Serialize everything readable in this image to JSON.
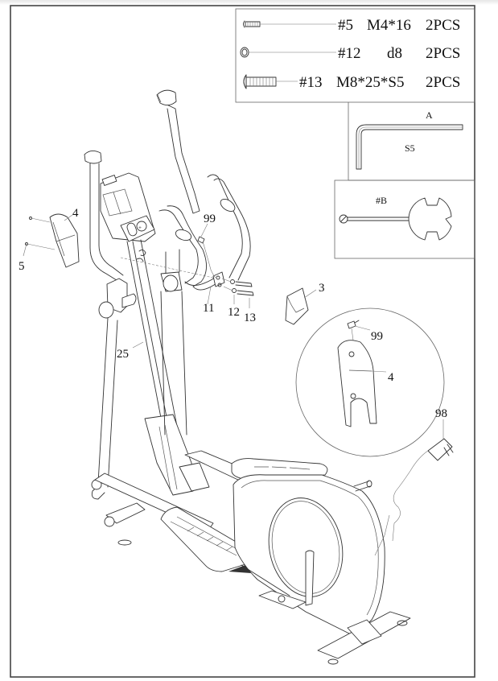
{
  "diagram": {
    "type": "assembly-instruction",
    "subject": "elliptical cross trainer"
  },
  "hardware_list": [
    {
      "part_no": "#5",
      "spec": "M4*16",
      "qty": "2PCS",
      "icon": "small-screw-icon"
    },
    {
      "part_no": "#12",
      "spec": "d8",
      "qty": "2PCS",
      "icon": "washer-icon"
    },
    {
      "part_no": "#13",
      "spec": "M8*25*S5",
      "qty": "2PCS",
      "icon": "bolt-icon"
    }
  ],
  "tools": [
    {
      "id": "A",
      "label": "S5",
      "icon": "allen-key-icon"
    },
    {
      "id": "#B",
      "label": "",
      "icon": "combination-wrench-icon"
    }
  ],
  "callouts": {
    "c4_left": "4",
    "c5": "5",
    "c99_top": "99",
    "c3": "3",
    "c11": "11",
    "c12": "12",
    "c13": "13",
    "c25": "25",
    "c99_detail": "99",
    "c4_detail": "4",
    "c98": "98"
  }
}
